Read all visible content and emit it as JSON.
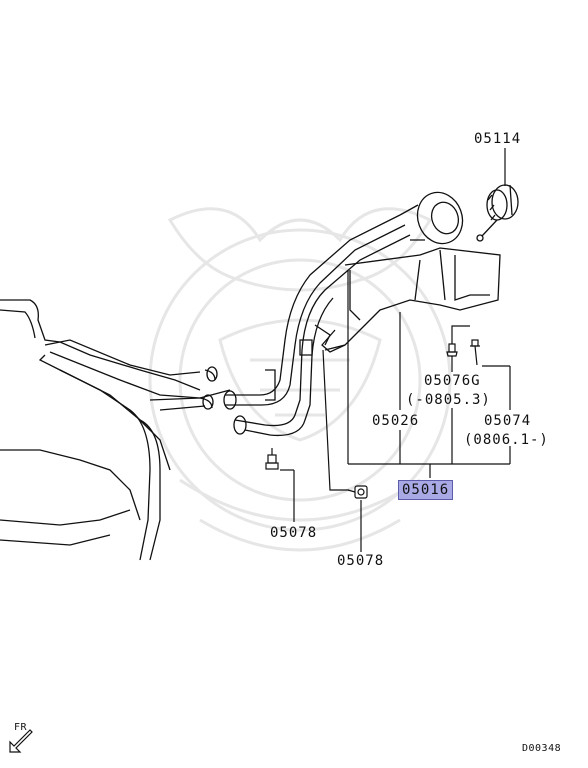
{
  "parts": {
    "fuel_cap": "05114",
    "filler_neck": "05016",
    "hose": "05026",
    "screw_upper": "05076G",
    "screw_upper_range": "(-0805.3)",
    "screw_lower": "05074",
    "screw_lower_range": "(0806.1-)",
    "bolt_left": "05078",
    "bolt_right": "05078"
  },
  "orientation": "FR",
  "diagram_code": "D00348",
  "colors": {
    "highlight": "#a9a9e6",
    "line": "#111111",
    "watermark": "#e4e4e4"
  },
  "icons": {
    "front_arrow": "arrow-down-left-icon",
    "watermark": "samurai-watermark-icon"
  }
}
